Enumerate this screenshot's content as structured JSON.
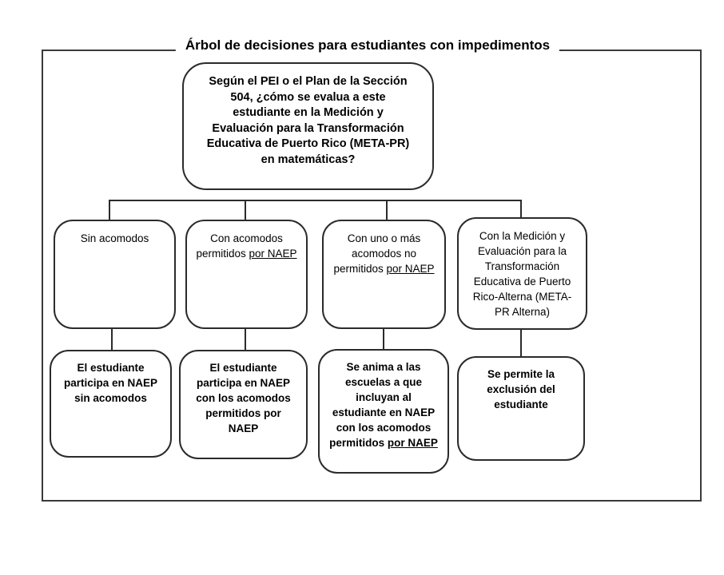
{
  "colors": {
    "background": "#ffffff",
    "text": "#000000",
    "line": "#2b2b2b",
    "frame_border": "#3a3a3a"
  },
  "title": "Árbol de decisiones para estudiantes con impedimentos",
  "root_question": "Según el PEI o el Plan de la Sección 504, ¿cómo se evalua a este estudiante en la Medición y Evaluación para la Transformación Educativa de Puerto Rico (META-PR) en matemáticas?",
  "branches": [
    {
      "label": "Sin acomodos",
      "segments": [
        {
          "t": "Sin acomodos",
          "u": false
        }
      ]
    },
    {
      "label": "Con acomodos permitidos por NAEP",
      "segments": [
        {
          "t": "Con acomodos permitidos ",
          "u": false
        },
        {
          "t": "por NAEP",
          "u": true
        }
      ]
    },
    {
      "label": "Con uno o más acomodos no permitidos por NAEP",
      "segments": [
        {
          "t": "Con uno o más acomodos no permitidos ",
          "u": false
        },
        {
          "t": "por NAEP",
          "u": true
        }
      ]
    },
    {
      "label": "Con la Medición y Evaluación para la Transformación Educativa de Puerto Rico-Alterna (META-PR Alterna)",
      "segments": [
        {
          "t": "Con la Medición y Evaluación para la Transformación Educativa de Puerto Rico-Alterna (META-PR Alterna)",
          "u": false
        }
      ]
    }
  ],
  "outcomes": [
    {
      "label": "El estudiante participa en NAEP sin acomodos",
      "segments": [
        {
          "t": "El estudiante participa en NAEP sin acomodos",
          "u": false
        }
      ]
    },
    {
      "label": "El estudiante participa en NAEP con los acomodos permitidos por NAEP",
      "segments": [
        {
          "t": "El estudiante participa en NAEP con los acomodos permitidos por NAEP",
          "u": false
        }
      ]
    },
    {
      "label": "Se anima a las escuelas a que incluyan al estudiante en NAEP con los acomodos permitidos por NAEP",
      "segments": [
        {
          "t": "Se anima a las escuelas a que incluyan al estudiante en NAEP con los acomodos permitidos ",
          "u": false
        },
        {
          "t": "por NAEP",
          "u": true
        }
      ]
    },
    {
      "label": "Se permite la exclusión del estudiante",
      "segments": [
        {
          "t": "Se permite la exclusión del estudiante",
          "u": false
        }
      ]
    }
  ]
}
